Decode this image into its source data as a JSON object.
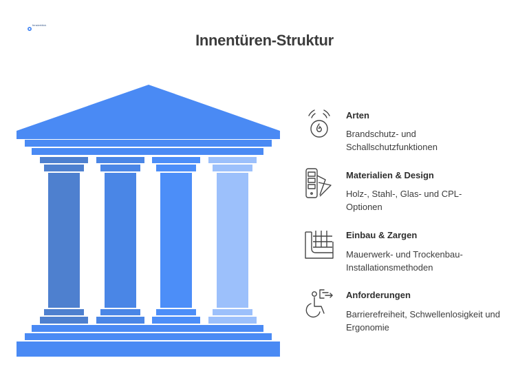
{
  "title": "Innentüren-Struktur",
  "logo": {
    "text": "fensterblick"
  },
  "colors": {
    "roof": "#4a8af4",
    "column_1": "#4e80cf",
    "column_2": "#4a86e6",
    "column_3": "#4c8ef8",
    "column_4": "#9cc0fb",
    "text_dark": "#2e2e2e",
    "icon_stroke": "#444444"
  },
  "items": [
    {
      "title": "Arten",
      "description": "Brandschutz- und Schallschutzfunktionen",
      "icon": "fire-alarm-icon"
    },
    {
      "title": "Materialien & Design",
      "description": "Holz-, Stahl-, Glas- und CPL-Optionen",
      "icon": "material-swatch-icon"
    },
    {
      "title": "Einbau & Zargen",
      "description": "Mauerwerk- und Trockenbau-Installationsmethoden",
      "icon": "wall-grid-icon"
    },
    {
      "title": "Anforderungen",
      "description": "Barrierefreiheit, Schwellenlosigkeit und Ergonomie",
      "icon": "accessibility-icon"
    }
  ]
}
